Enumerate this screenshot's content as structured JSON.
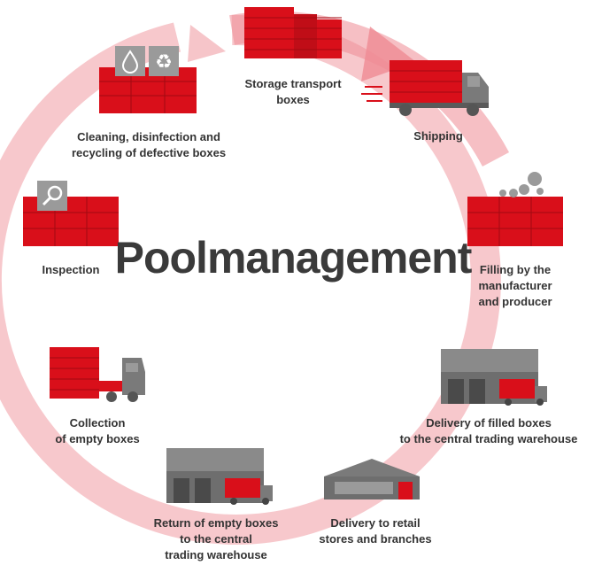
{
  "title": "Poolmanagement",
  "colors": {
    "box_red": "#d90f1a",
    "cycle_pink": "#f3a8ad",
    "truck_grey": "#7a7a7a",
    "text": "#333333"
  },
  "steps": [
    {
      "id": "storage",
      "lines": [
        "Storage transport",
        "boxes"
      ]
    },
    {
      "id": "shipping",
      "lines": [
        "Shipping"
      ]
    },
    {
      "id": "filling",
      "lines": [
        "Filling by the",
        "manufacturer",
        "and producer"
      ]
    },
    {
      "id": "delivery-filled",
      "lines": [
        "Delivery of filled boxes",
        "to the central trading warehouse"
      ]
    },
    {
      "id": "delivery-retail",
      "lines": [
        "Delivery to retail",
        "stores and branches"
      ]
    },
    {
      "id": "return-empty",
      "lines": [
        "Return of empty boxes",
        "to the central",
        "trading warehouse"
      ]
    },
    {
      "id": "collection",
      "lines": [
        "Collection",
        "of empty boxes"
      ]
    },
    {
      "id": "inspection",
      "lines": [
        "Inspection"
      ]
    },
    {
      "id": "cleaning",
      "lines": [
        "Cleaning, disinfection and",
        "recycling of defective boxes"
      ]
    }
  ],
  "icons": [
    "water-drop-icon",
    "recycle-icon",
    "magnifier-icon"
  ]
}
